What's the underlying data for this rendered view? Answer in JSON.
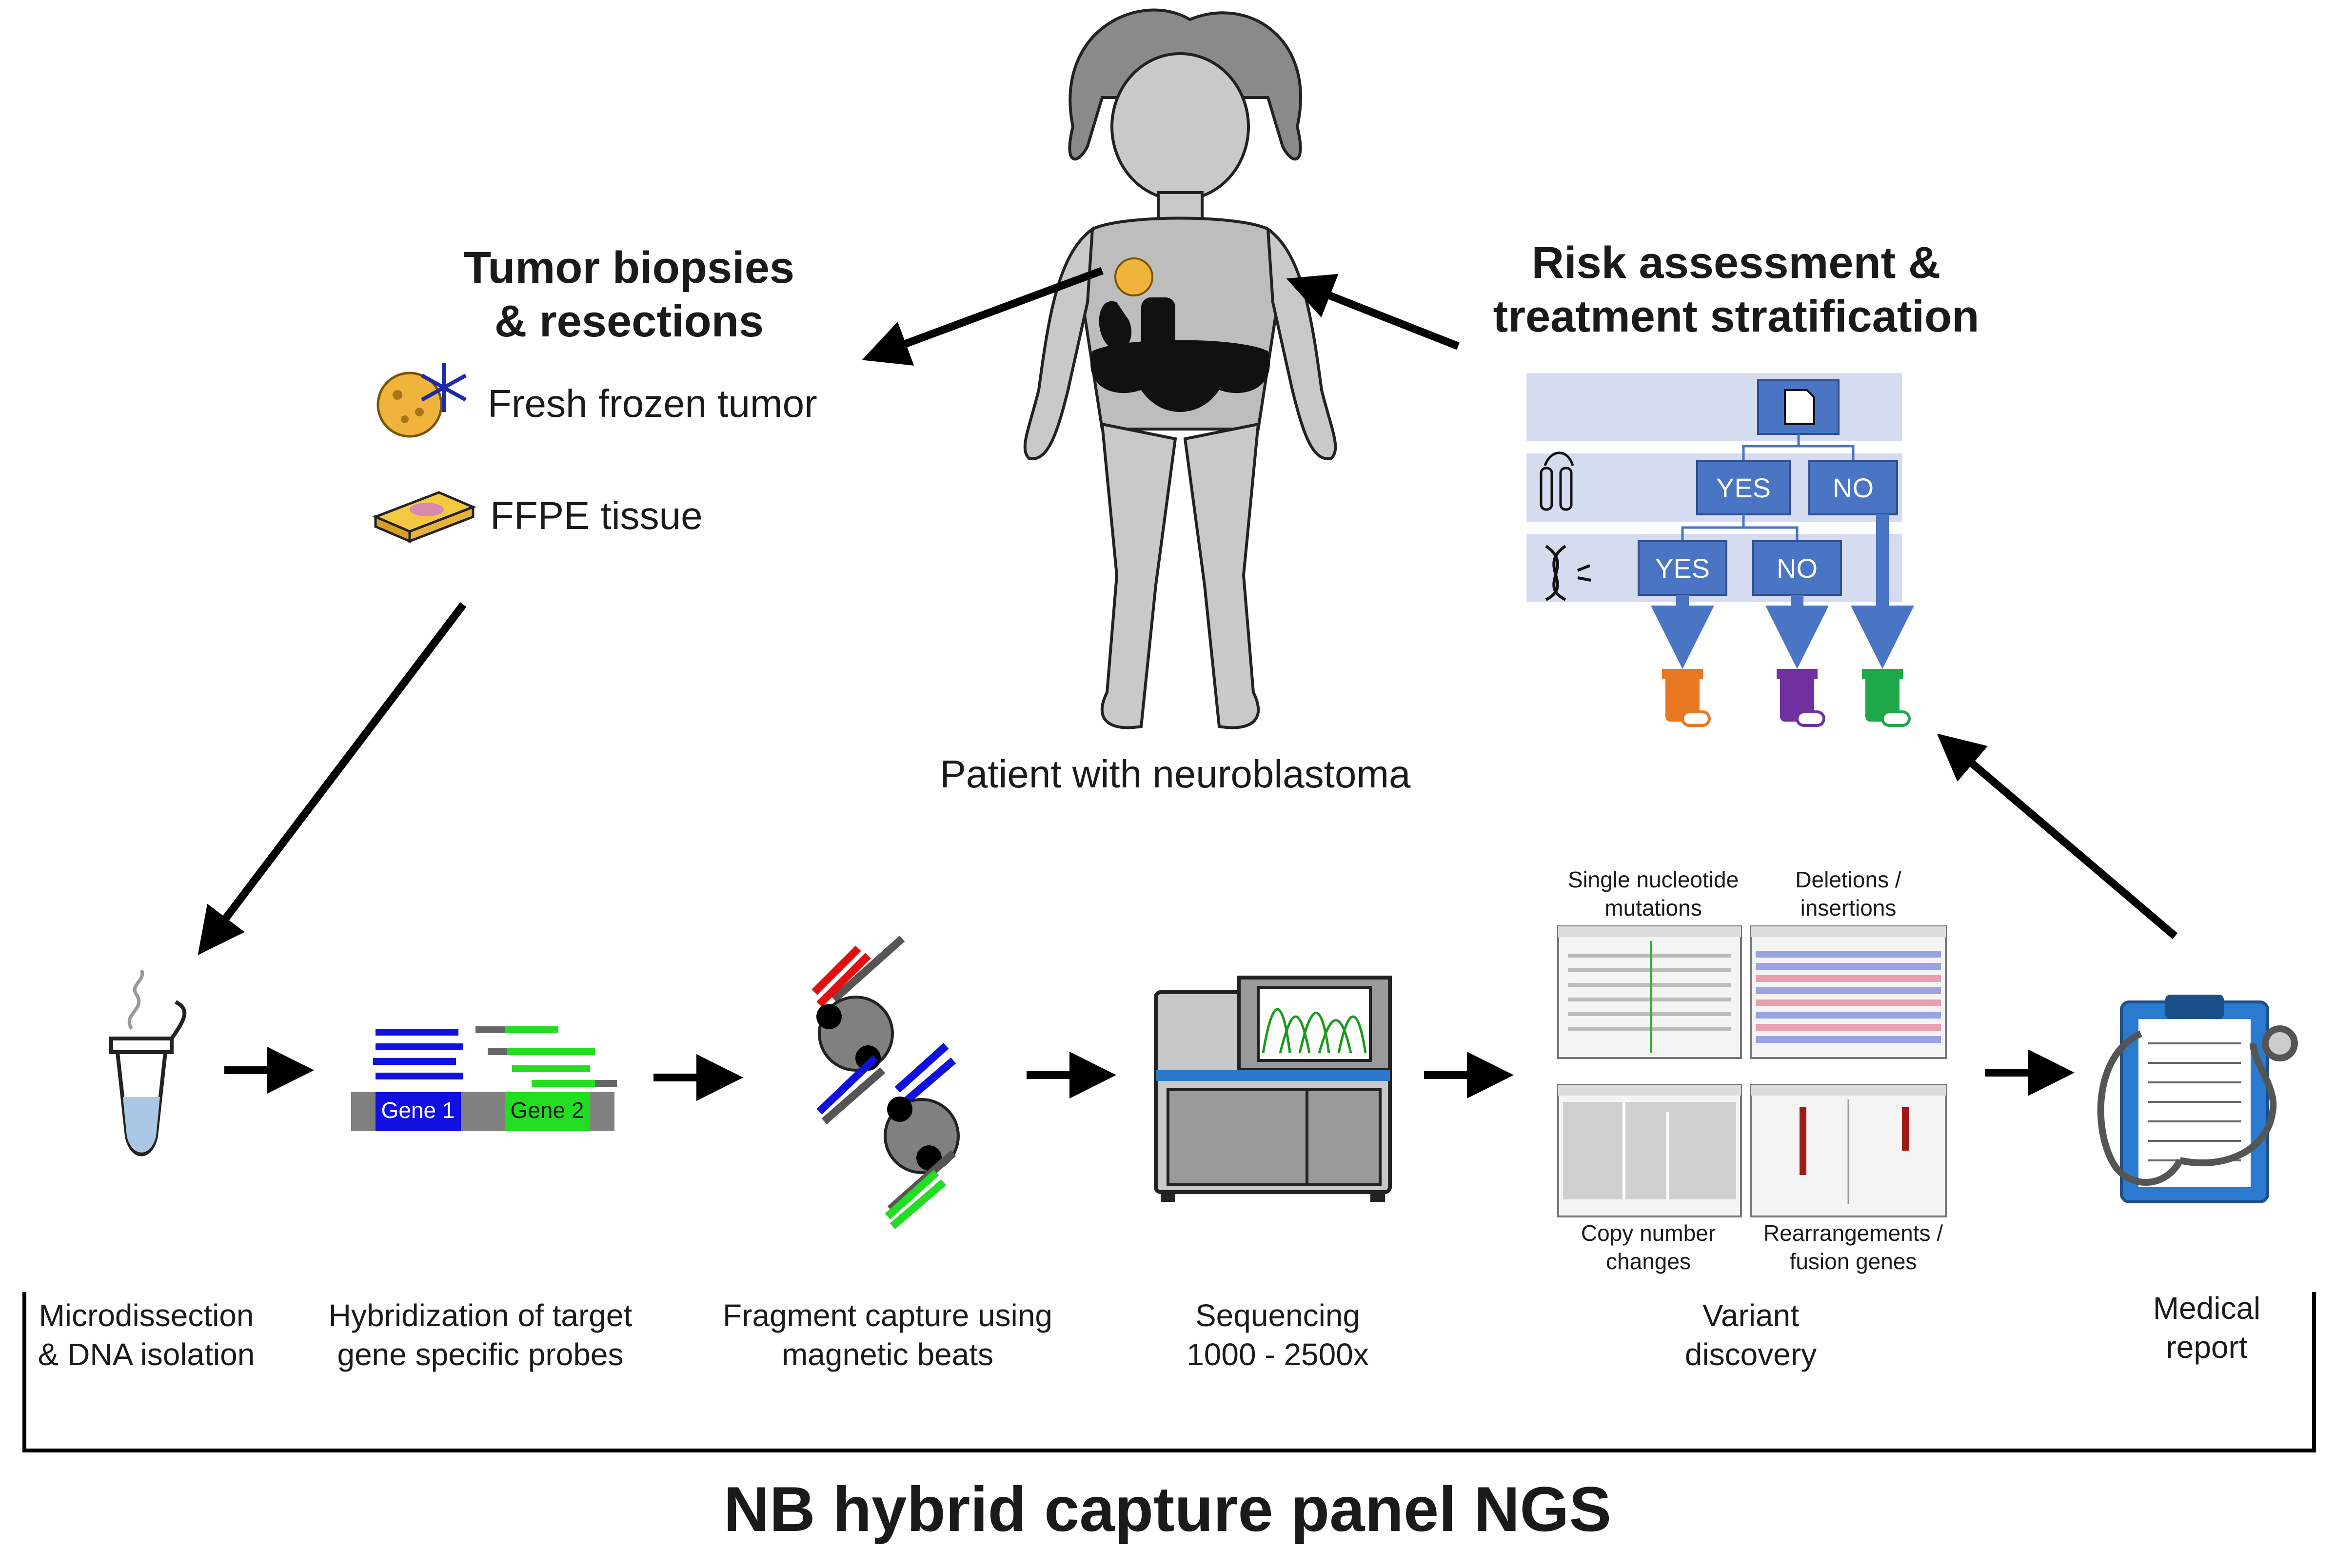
{
  "title": "NB hybrid capture panel NGS",
  "patient": {
    "caption": "Patient with neuroblastoma"
  },
  "biopsies": {
    "heading_line1": "Tumor biopsies",
    "heading_line2": "& resections",
    "fresh_frozen": "Fresh frozen tumor",
    "ffpe": "FFPE tissue"
  },
  "risk": {
    "heading_line1": "Risk assessment &",
    "heading_line2": "treatment stratification",
    "yes_1": "YES",
    "no_1": "NO",
    "yes_2": "YES",
    "no_2": "NO"
  },
  "steps": {
    "microdissection_line1": "Microdissection",
    "microdissection_line2": "& DNA isolation",
    "hybridization_line1": "Hybridization of target",
    "hybridization_line2": "gene specific probes",
    "gene1": "Gene 1",
    "gene2": "Gene 2",
    "capture_line1": "Fragment capture using",
    "capture_line2": "magnetic beats",
    "sequencing_line1": "Sequencing",
    "sequencing_line2": "1000 -  2500x",
    "variant_line1": "Variant",
    "variant_line2": "discovery",
    "report_line1": "Medical",
    "report_line2": "report"
  },
  "variants": {
    "snv_line1": "Single nucleotide",
    "snv_line2": "mutations",
    "indel_line1": "Deletions /",
    "indel_line2": "insertions",
    "cnv_line1": "Copy number",
    "cnv_line2": "changes",
    "sv_line1": "Rearrangements /",
    "sv_line2": "fusion genes"
  },
  "colors": {
    "gene1": "#1010e0",
    "gene2": "#22dd22",
    "flow_box": "#4a74c4",
    "flow_band": "#d6dcf0",
    "drug_orange": "#e87722",
    "drug_purple": "#7030a0",
    "drug_green": "#1fa84a",
    "probe_red": "#e01010"
  }
}
